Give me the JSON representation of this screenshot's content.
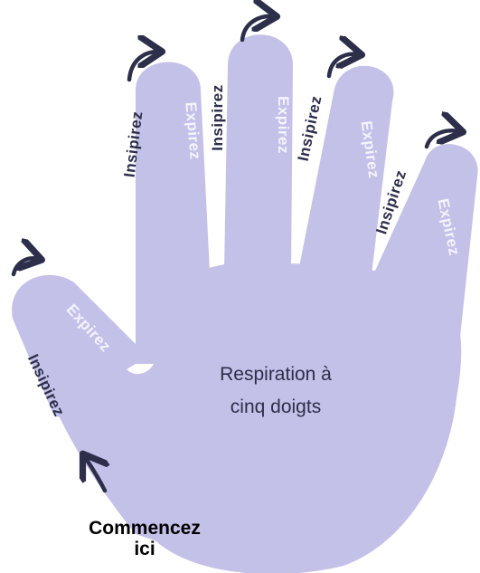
{
  "colors": {
    "hand_fill": "#c3c1e7",
    "inhale_text": "#2c2e4a",
    "exhale_text": "#f4f3ff",
    "arrow": "#2c2e4a",
    "center_text": "#2c2e4a",
    "start_text": "#000000"
  },
  "labels": {
    "inhale": "Insipirez",
    "exhale": "Expirez"
  },
  "center": {
    "line1": "Respiration à",
    "line2": "cinq doigts"
  },
  "start": {
    "line1": "Commencez",
    "line2": "ici"
  }
}
